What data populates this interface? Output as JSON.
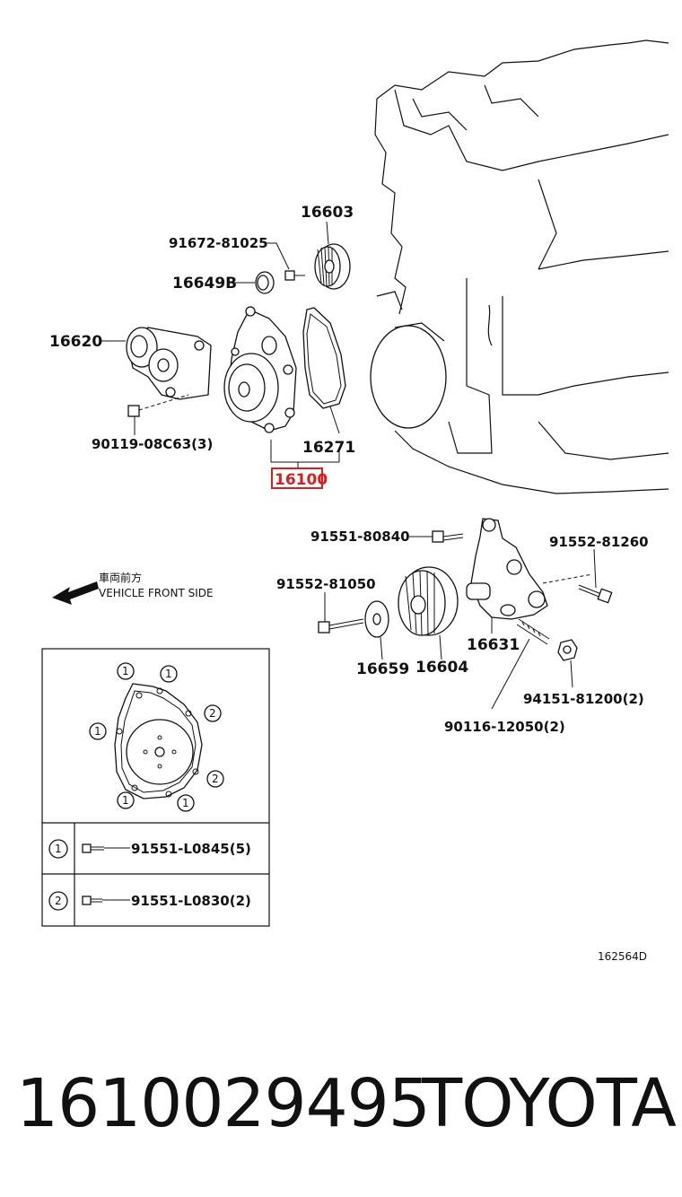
{
  "diagram": {
    "callouts": {
      "p16603": "16603",
      "p91672": "91672-81025",
      "p16649b": "16649B",
      "p16620": "16620",
      "p90119": "90119-08C63(3)",
      "p16271": "16271",
      "p16100": "16100",
      "p91551_80840": "91551-80840",
      "p91552_81260": "91552-81260",
      "p91552_81050": "91552-81050",
      "p16631": "16631",
      "p16659": "16659",
      "p16604": "16604",
      "p94151": "94151-81200(2)",
      "p90116": "90116-12050(2)"
    },
    "highlighted_part": "16100",
    "highlight_color": "#d62020",
    "direction": {
      "label_jp": "車両前方",
      "label_en": "VEHICLE FRONT SIDE"
    },
    "bolt_table": {
      "markers": {
        "one": "1",
        "two": "2"
      },
      "rows": [
        {
          "marker": "1",
          "part": "91551-L0845(5)"
        },
        {
          "marker": "2",
          "part": "91551-L0830(2)"
        }
      ]
    },
    "drawing_id": "162564D"
  },
  "footer": {
    "part_number": "1610029495",
    "brand": "TOYOTA"
  }
}
